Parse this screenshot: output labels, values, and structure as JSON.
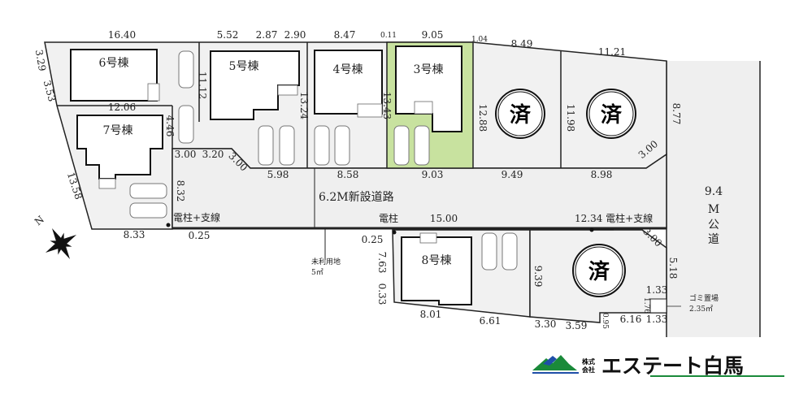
{
  "buildings": {
    "b6": "6号棟",
    "b5": "5号棟",
    "b4": "4号棟",
    "b3": "3号棟",
    "b7": "7号棟",
    "b8": "8号棟",
    "sold": "済"
  },
  "road": {
    "new_road": "6.2M新設道路",
    "public_road": [
      "9.4",
      "M",
      "公",
      "道"
    ]
  },
  "notes": {
    "pole_stay": "電柱+支線",
    "pole": "電柱",
    "pole_stay_right": "12.34 電柱+支線",
    "unused": "未利用地",
    "unused_area": "5㎡",
    "garbage": "ゴミ置場",
    "garbage_area": "2.35㎡",
    "north": "N"
  },
  "dims": [
    "16.40",
    "5.52",
    "2.87",
    "2.90",
    "8.47",
    "0.11",
    "9.05",
    "1.04",
    "8.49",
    "11.21",
    "3.29",
    "3.53",
    "13.58",
    "12.06",
    "4.46",
    "11.12",
    "13.24",
    "13.43",
    "12.88",
    "11.98",
    "8.77",
    "3.00",
    "3.20",
    "3.00",
    "5.98",
    "8.58",
    "9.03",
    "9.49",
    "8.98",
    "3.00",
    "8.32",
    "8.33",
    "0.25",
    "15.00",
    "0.25",
    "3.00",
    "7.63",
    "0.33",
    "9.39",
    "5.18",
    "1.33",
    "1.76",
    "1.33",
    "8.01",
    "6.61",
    "3.30",
    "3.59",
    "0.95",
    "6.16"
  ],
  "logo": {
    "kabushiki": "株式",
    "kaisha": "会社",
    "name": "エステート白馬"
  },
  "colors": {
    "highlight_lot": "#c8e29f",
    "logo_green": "#1a8a3a",
    "logo_blue": "#1f4fa8"
  }
}
